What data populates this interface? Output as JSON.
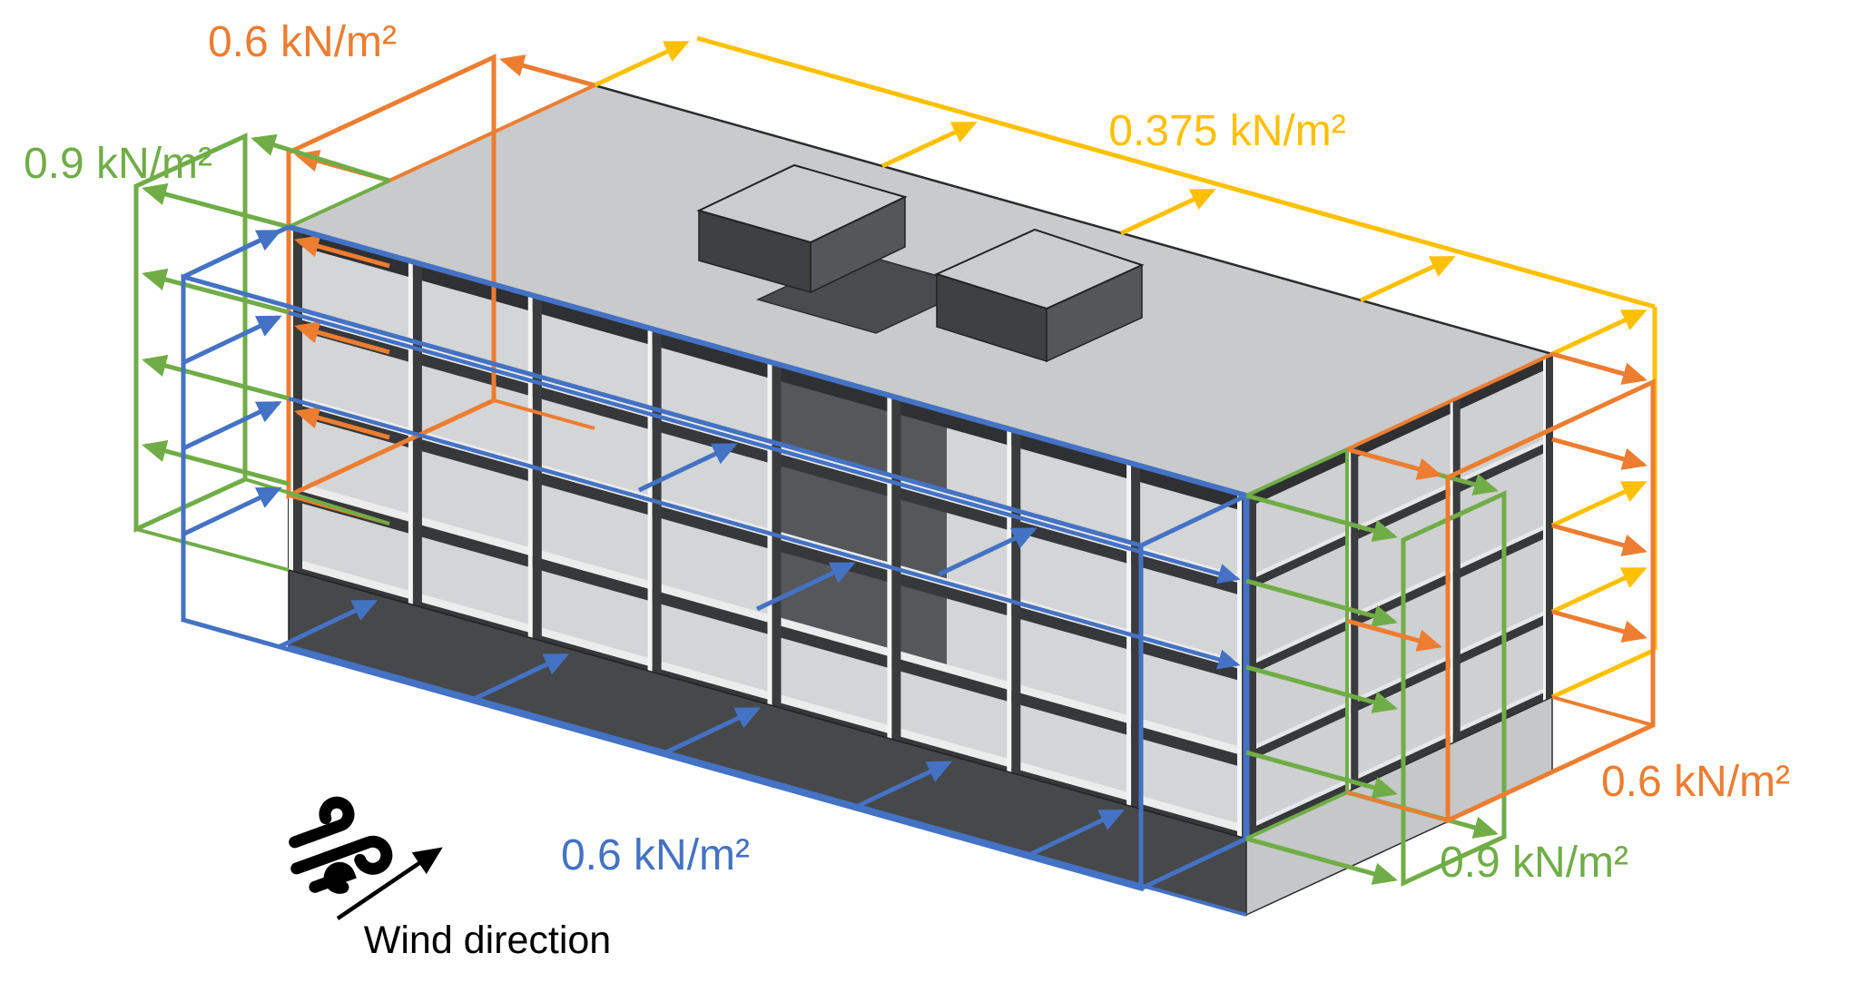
{
  "loads": {
    "top_left": {
      "value": "0.6 kN/m²",
      "color": "#ED7D31",
      "position": "top-left side wall strip"
    },
    "left": {
      "value": "0.9 kN/m²",
      "color": "#70AD47",
      "position": "left side wall strip"
    },
    "roof": {
      "value": "0.375 kN/m²",
      "color": "#FFC000",
      "position": "roof / leeward strip"
    },
    "front": {
      "value": "0.6 kN/m²",
      "color": "#4472C4",
      "position": "windward front face"
    },
    "right": {
      "value": "0.6 kN/m²",
      "color": "#ED7D31",
      "position": "right side wall strip"
    },
    "bottom_right": {
      "value": "0.9 kN/m²",
      "color": "#70AD47",
      "position": "right side wall front strip"
    }
  },
  "wind": {
    "label": "Wind direction"
  },
  "palette": {
    "blue": "#4472C4",
    "green": "#70AD47",
    "orange": "#ED7D31",
    "yellow": "#FFC000",
    "roof_gray": "#C9CACB",
    "wall_gray": "#D4D5D6",
    "beam_dark": "#37383A",
    "plinth_dark": "#47484A",
    "text_black": "#000000"
  }
}
